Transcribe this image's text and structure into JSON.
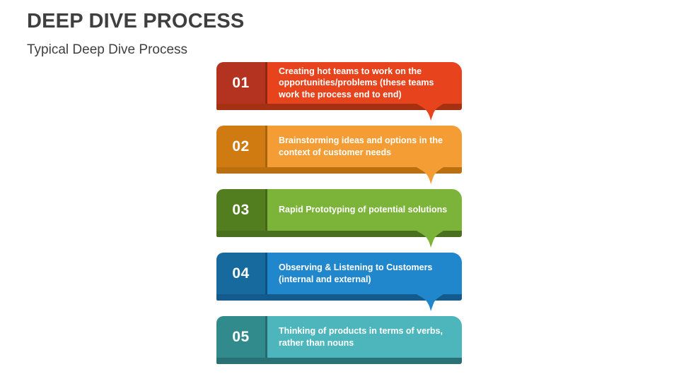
{
  "slide": {
    "title": "DEEP DIVE PROCESS",
    "subtitle": "Typical Deep Dive Process",
    "title_color": "#3F3F3F",
    "background_color": "#FFFFFF",
    "step_text_color": "#FFFFFF"
  },
  "steps": [
    {
      "number": "01",
      "text": "Creating hot teams to work on the opportunities/problems (these teams work the process end to end)",
      "tab_color": "#B33220",
      "body_color": "#E7431D",
      "strip_color": "#A63012",
      "divider_color": "#8D2812",
      "has_tail": true
    },
    {
      "number": "02",
      "text": "Brainstorming ideas and options in the context of customer needs",
      "tab_color": "#D07B12",
      "body_color": "#F49D35",
      "strip_color": "#BA6F10",
      "divider_color": "#A96409",
      "has_tail": true
    },
    {
      "number": "03",
      "text": "Rapid Prototyping of potential solutions",
      "tab_color": "#527E1F",
      "body_color": "#7BB438",
      "strip_color": "#4A701F",
      "divider_color": "#44671A",
      "has_tail": true
    },
    {
      "number": "04",
      "text": "Observing & Listening to Customers (internal and external)",
      "tab_color": "#166A9D",
      "body_color": "#2187CD",
      "strip_color": "#125B8C",
      "divider_color": "#10517D",
      "has_tail": true
    },
    {
      "number": "05",
      "text": "Thinking of products in terms of verbs, rather than nouns",
      "tab_color": "#318B8D",
      "body_color": "#4DB6BD",
      "strip_color": "#2A7176",
      "divider_color": "#266A6F",
      "has_tail": false
    }
  ]
}
